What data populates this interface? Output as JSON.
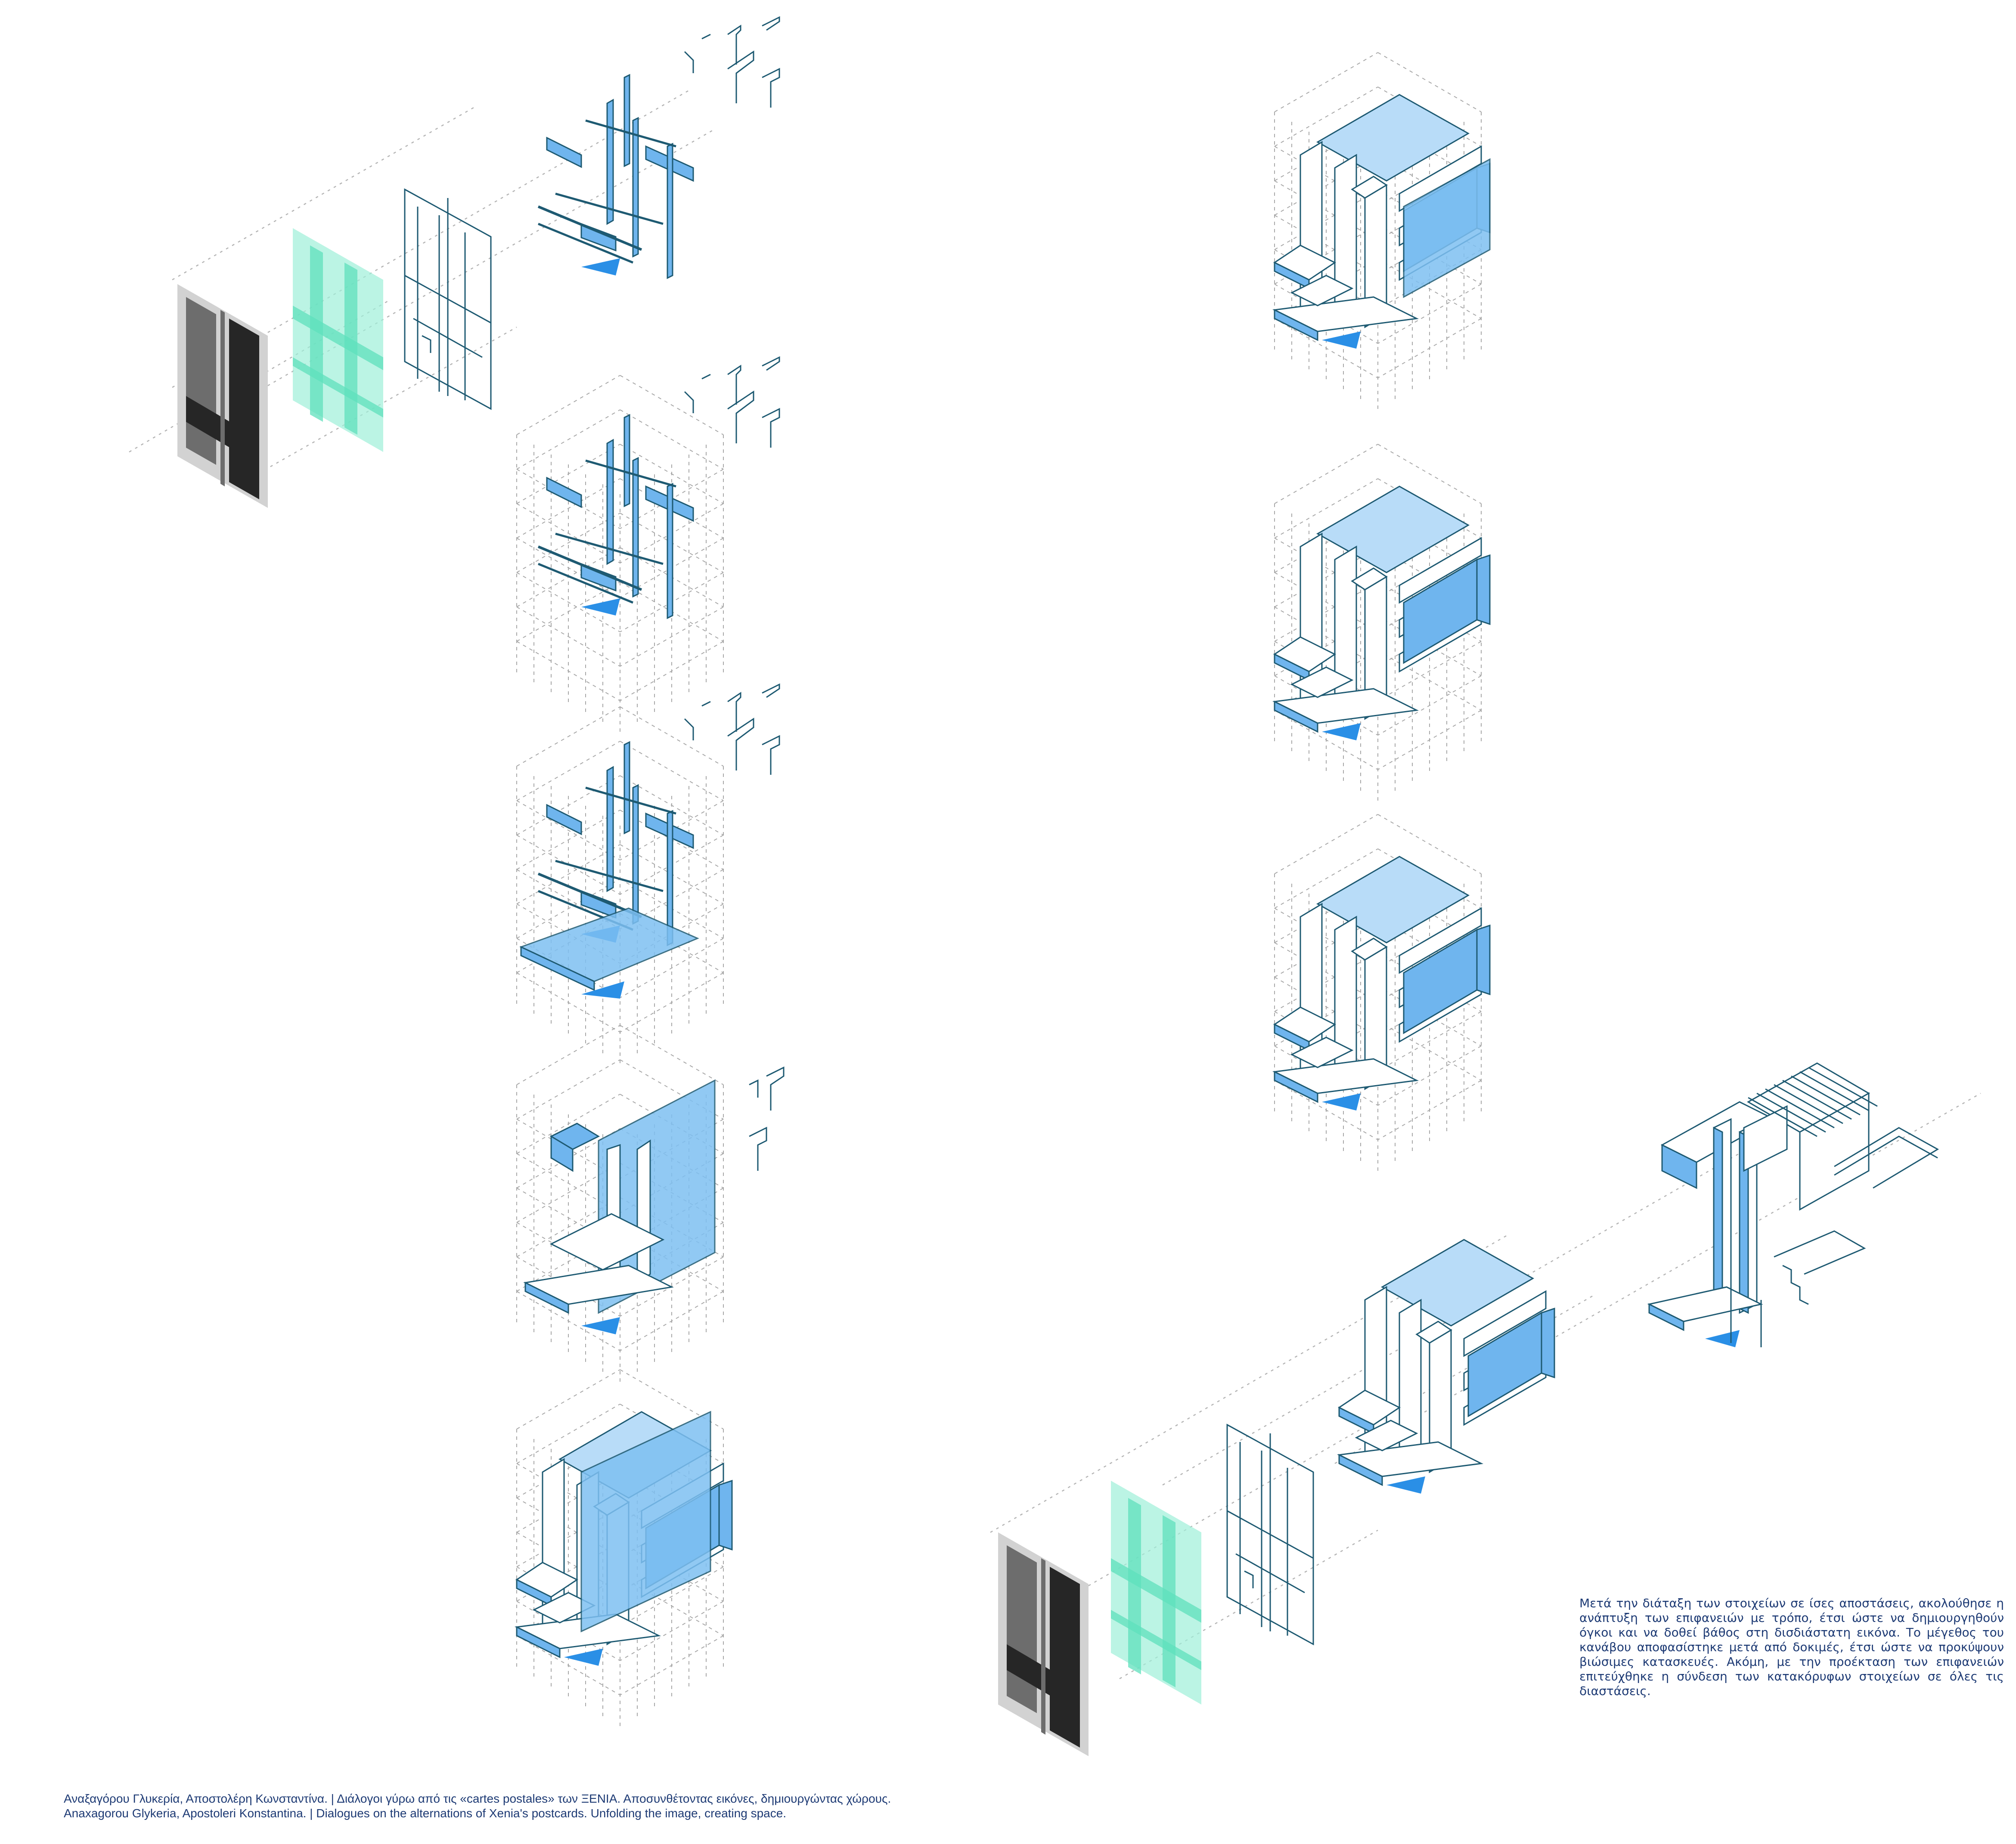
{
  "description": {
    "text": "Μετά την διάταξη των στοιχείων σε ίσες αποστάσεις, ακολούθησε η ανάπτυξη των επιφανειών με τρόπο, έτσι ώστε να δημιουργηθούν όγκοι και να δοθεί βάθος στη δισδιάστατη εικόνα. Το μέγεθος του κανάβου αποφασίστηκε μετά από δοκιμές, έτσι ώστε να προκύψουν βιώσιμες κατασκευές. Ακόμη, με την προέκταση των επιφανειών επιτεύχθηκε η σύνδεση των κατακόρυφων στοιχείων σε όλες τις διαστάσεις."
  },
  "credits": {
    "greek": "Αναξαγόρου Γλυκερία, Αποστολέρη Κωνσταντίνα. | Διάλογοι γύρω από τις «cartes postales» των ΞΕΝΙΑ. Αποσυνθέτοντας εικόνες, δημιουργώντας χώρους.",
    "english": "Anaxagorou Glykeria, Apostoleri Konstantina. | Dialogues on the alternations of Xenia's postcards. Unfolding the image, creating space."
  },
  "colors": {
    "text": "#1d3a74",
    "accent_blue": "#6fb5ee",
    "deep_blue": "#2a8fe6",
    "outline": "#1e5a72",
    "mint": "#5fe0bc",
    "grid": "#a8a8a8"
  }
}
